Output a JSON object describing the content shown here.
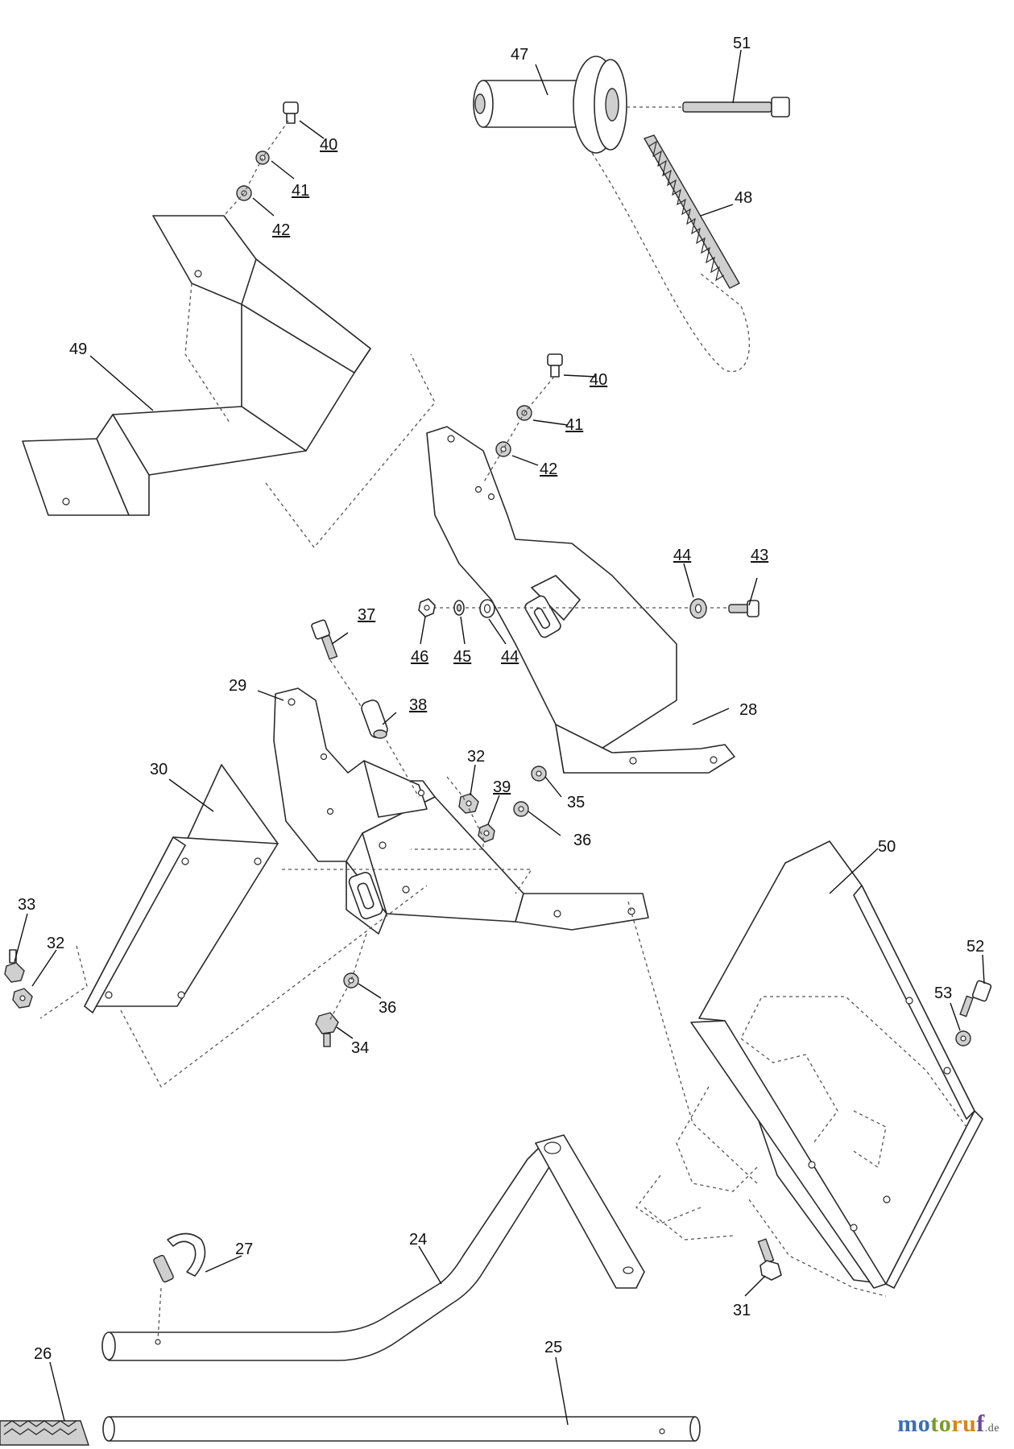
{
  "callouts": [
    {
      "id": "p40a",
      "text": "40",
      "underline": true
    },
    {
      "id": "p41a",
      "text": "41",
      "underline": true
    },
    {
      "id": "p42a",
      "text": "42",
      "underline": true
    },
    {
      "id": "p47",
      "text": "47",
      "underline": false
    },
    {
      "id": "p51",
      "text": "51",
      "underline": false
    },
    {
      "id": "p48",
      "text": "48",
      "underline": false
    },
    {
      "id": "p49",
      "text": "49",
      "underline": false
    },
    {
      "id": "p40b",
      "text": "40",
      "underline": true
    },
    {
      "id": "p41b",
      "text": "41",
      "underline": true
    },
    {
      "id": "p42b",
      "text": "42",
      "underline": true
    },
    {
      "id": "p44a",
      "text": "44",
      "underline": true
    },
    {
      "id": "p43",
      "text": "43",
      "underline": true
    },
    {
      "id": "p37",
      "text": "37",
      "underline": true
    },
    {
      "id": "p46",
      "text": "46",
      "underline": true
    },
    {
      "id": "p45",
      "text": "45",
      "underline": true
    },
    {
      "id": "p44b",
      "text": "44",
      "underline": true
    },
    {
      "id": "p29",
      "text": "29",
      "underline": false
    },
    {
      "id": "p38",
      "text": "38",
      "underline": true
    },
    {
      "id": "p28",
      "text": "28",
      "underline": false
    },
    {
      "id": "p30",
      "text": "30",
      "underline": false
    },
    {
      "id": "p32a",
      "text": "32",
      "underline": false
    },
    {
      "id": "p39",
      "text": "39",
      "underline": true
    },
    {
      "id": "p35",
      "text": "35",
      "underline": false
    },
    {
      "id": "p36a",
      "text": "36",
      "underline": false
    },
    {
      "id": "p50",
      "text": "50",
      "underline": false
    },
    {
      "id": "p33",
      "text": "33",
      "underline": false
    },
    {
      "id": "p32b",
      "text": "32",
      "underline": false
    },
    {
      "id": "p36b",
      "text": "36",
      "underline": false
    },
    {
      "id": "p34",
      "text": "34",
      "underline": false
    },
    {
      "id": "p52",
      "text": "52",
      "underline": false
    },
    {
      "id": "p53",
      "text": "53",
      "underline": false
    },
    {
      "id": "p27",
      "text": "27",
      "underline": false
    },
    {
      "id": "p24",
      "text": "24",
      "underline": false
    },
    {
      "id": "p31",
      "text": "31",
      "underline": false
    },
    {
      "id": "p26",
      "text": "26",
      "underline": false
    },
    {
      "id": "p25",
      "text": "25",
      "underline": false
    }
  ],
  "watermark": {
    "part_a": "mo",
    "part_b": "to",
    "part_c": "ru",
    "part_d": "f",
    "tld": ".de"
  }
}
